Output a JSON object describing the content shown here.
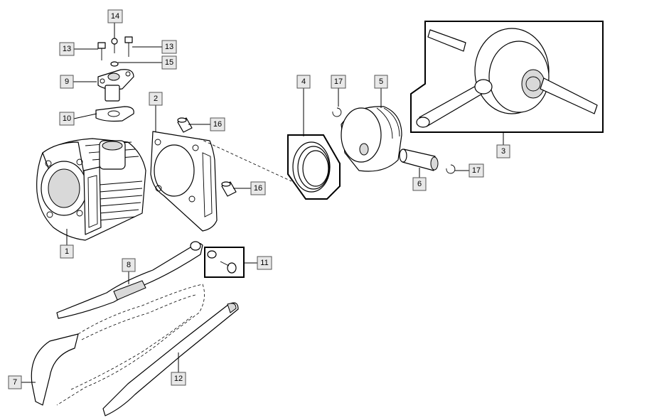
{
  "callouts": [
    {
      "id": "1",
      "text": "1"
    },
    {
      "id": "2",
      "text": "2"
    },
    {
      "id": "3",
      "text": "3"
    },
    {
      "id": "4",
      "text": "4"
    },
    {
      "id": "5",
      "text": "5"
    },
    {
      "id": "6",
      "text": "6"
    },
    {
      "id": "7",
      "text": "7"
    },
    {
      "id": "8",
      "text": "8"
    },
    {
      "id": "9",
      "text": "9"
    },
    {
      "id": "10",
      "text": "10"
    },
    {
      "id": "11",
      "text": "11"
    },
    {
      "id": "12",
      "text": "12"
    },
    {
      "id": "13a",
      "text": "13"
    },
    {
      "id": "13b",
      "text": "13"
    },
    {
      "id": "14",
      "text": "14"
    },
    {
      "id": "15",
      "text": "15"
    },
    {
      "id": "16a",
      "text": "16"
    },
    {
      "id": "16b",
      "text": "16"
    },
    {
      "id": "17a",
      "text": "17"
    },
    {
      "id": "17b",
      "text": "17"
    }
  ]
}
